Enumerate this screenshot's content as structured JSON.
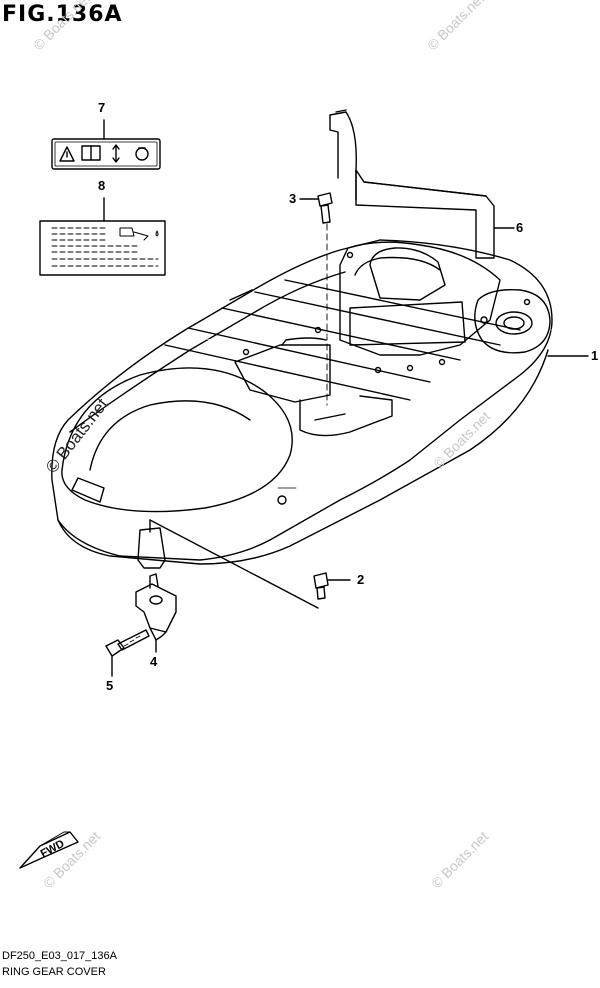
{
  "figure_title": "FIG.136A",
  "callouts": [
    "1",
    "2",
    "3",
    "4",
    "5",
    "6",
    "7",
    "8"
  ],
  "watermarks": {
    "main": "© Boats.net",
    "faint": "© Boats.net"
  },
  "label_icons": [
    "warning-triangle-icon",
    "manual-book-icon",
    "up-down-arrows-icon",
    "engine-oil-icon"
  ],
  "fwd_label": "FWD",
  "diagram_code": "DF250_E03_017_136A",
  "caption": "RING GEAR COVER"
}
